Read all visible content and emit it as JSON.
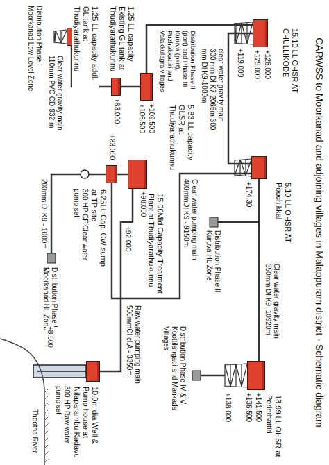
{
  "diagram": {
    "title": "CARWSS to Moorkanad and adjoining villages in Malappuram district - Schematic diagram",
    "nodes": [
      {
        "text": [
          "15.10 LL OHSR AT CHULLIKODE"
        ]
      },
      {
        "text": [
          "5.10 LL OHSR AT Poochikkal"
        ]
      },
      {
        "text": [
          "13.99 LL OHSR at Perinthattiri"
        ]
      },
      {
        "text": [
          "15.00Mld Capacity Treatment Plant at Thudiyarathukunnu"
        ]
      },
      {
        "text": [
          "6.25LL Cap. CW sump at TP site"
        ]
      },
      {
        "text": [
          "5.83 LL capacity GLSR at Thudiyarathukunnu"
        ]
      },
      {
        "text": [
          "1.25 LL capacity Existing GL tank at Thudiyarathukunnu"
        ]
      },
      {
        "text": [
          "1.25 LL capacity addl. GL tank at Thudiyarathukunnu"
        ]
      },
      {
        "text": [
          "10.0m dia Well & Pump house at Nilaparambu Kadavu"
        ]
      }
    ],
    "edges": [
      {
        "from": 8,
        "to": 3,
        "label": "Raw water pumping main 500mmCI cl.A - 3350m",
        "arrow": "none"
      },
      {
        "from": 3,
        "to": 4,
        "arrow": "none"
      },
      {
        "from": 4,
        "to": 1,
        "label": "Clear water pumping main 400mmDI K9 - 9150m",
        "arrow": "none"
      },
      {
        "from": 1,
        "to": 0,
        "label": "clear water gravity main 300 mm DI K7-2065m 300 mm DI K9-1000m",
        "arrow": "none"
      },
      {
        "from": 1,
        "to": 2,
        "label": "Clear water gravity main 350mm DI K9, 10920m",
        "arrow": "none"
      },
      {
        "from": 0,
        "to": 5,
        "arrow": "none"
      },
      {
        "from": 5,
        "to": 6,
        "arrow": "none"
      },
      {
        "from": 6,
        "to": 7,
        "label": "Clear water gravity main 110mm PVC CD-932 m",
        "arrow": "none"
      }
    ],
    "labels": [
      "+128.000",
      "+125.000",
      "+119.000",
      "+174.30",
      "Distribution Phase II Kuruva HL Zone",
      "+141.500",
      "+136.500",
      "+138.000",
      "Distribution Phase IV & V Koottilangadi and Mankada Villages",
      "+98.000",
      "+92.000",
      "+83.000",
      "300 HP CF Clear water pump set",
      "200mm DI K9 - 1000m",
      "Distribution Phase I Moorkanad HL Zone",
      "+109.500",
      "+106.500",
      "Distribution Phase II (part) and Phase III Kuruva (part), Puzhakkattiri and Valakkulagra villages",
      "+83.000",
      "Distribution Phase I Moorkanad Low Level Zone",
      "300 HP Raw water pump set",
      "Thootha River",
      "+8.500"
    ]
  }
}
